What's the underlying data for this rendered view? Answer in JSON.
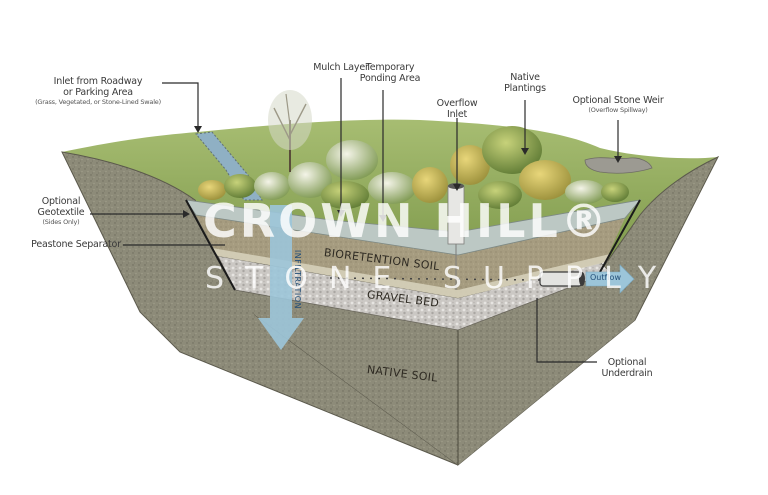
{
  "diagram": {
    "type": "bioretention cross-section",
    "watermark": {
      "line1": "CROWN HILL®",
      "line2": "STONE SUPPLY"
    },
    "callouts": [
      {
        "id": "inlet",
        "title_line1": "Inlet from Roadway",
        "title_line2": "or Parking Area",
        "sub": "(Grass, Vegetated, or Stone-Lined Swale)"
      },
      {
        "id": "mulch",
        "title_line1": "Mulch Layer"
      },
      {
        "id": "ponding",
        "title_line1": "Temporary",
        "title_line2": "Ponding Area"
      },
      {
        "id": "overflow",
        "title_line1": "Overflow",
        "title_line2": "Inlet"
      },
      {
        "id": "plantings",
        "title_line1": "Native",
        "title_line2": "Plantings"
      },
      {
        "id": "weir",
        "title_line1": "Optional Stone Weir",
        "sub": "(Overflow Spillway)"
      },
      {
        "id": "geotextile",
        "title_line1": "Optional",
        "title_line2": "Geotextile",
        "sub": "(Sides Only)"
      },
      {
        "id": "peastone",
        "title_line1": "Peastone Separator"
      },
      {
        "id": "underdrain",
        "title_line1": "Optional",
        "title_line2": "Underdrain"
      }
    ],
    "layers": {
      "bioretention": "BIORETENTION SOIL",
      "gravel": "GRAVEL BED",
      "native": "NATIVE SOIL"
    },
    "arrows": {
      "infiltration": "INFILTRATION",
      "outflow": "Outflow"
    },
    "colors": {
      "grass": "#8fa85a",
      "grass_light": "#a9bf6f",
      "soil": "#8c8a78",
      "soil_dark": "#6f6d5e",
      "bioretention": "#a49a7e",
      "gravel": "#c9c6c2",
      "water": "#8fb8cf",
      "arrow": "#9cc3d6",
      "label_text": "#3a3a3a"
    }
  }
}
